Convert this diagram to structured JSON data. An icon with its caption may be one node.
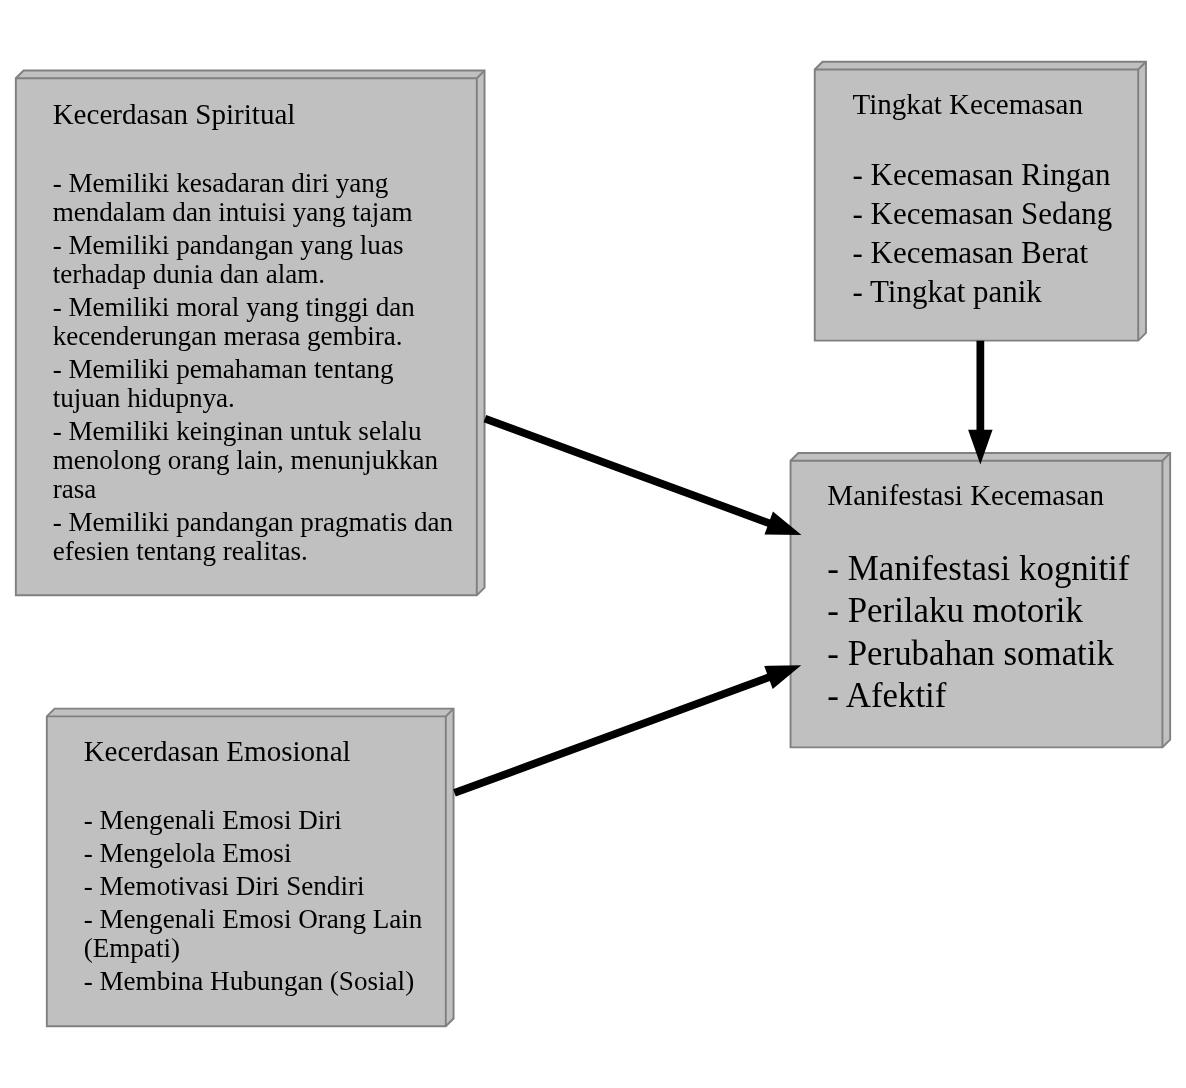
{
  "diagram": {
    "nodes": [
      {
        "text": [
          "Kecerdasan Spiritual",
          "- Memiliki kesadaran diri yang mendalam dan intuisi yang tajam",
          "- Memiliki pandangan yang luas terhadap dunia dan alam.",
          "- Memiliki moral yang tinggi dan kecenderungan merasa gembira.",
          "- Memiliki pemahaman tentang tujuan hidupnya.",
          "- Memiliki keinginan untuk selalu menolong orang lain, menunjukkan rasa",
          "- Memiliki pandangan pragmatis dan efesien tentang realitas."
        ]
      },
      {
        "text": [
          "Tingkat Kecemasan",
          "- Kecemasan Ringan",
          "- Kecemasan Sedang",
          "- Kecemasan Berat",
          "- Tingkat panik"
        ]
      },
      {
        "text": [
          "Manifestasi Kecemasan",
          "- Manifestasi kognitif",
          "- Perilaku motorik",
          "- Perubahan somatik",
          "- Afektif"
        ]
      },
      {
        "text": [
          "Kecerdasan Emosional",
          "- Mengenali Emosi Diri",
          "- Mengelola Emosi",
          "- Memotivasi Diri Sendiri",
          "- Mengenali Emosi Orang Lain (Empati)",
          "- Membina Hubungan (Sosial)"
        ]
      }
    ],
    "edges": [
      {
        "from": 0,
        "to": 2,
        "arrow": "to"
      },
      {
        "from": 3,
        "to": 2,
        "arrow": "to"
      },
      {
        "from": 1,
        "to": 2,
        "arrow": "to"
      }
    ]
  }
}
